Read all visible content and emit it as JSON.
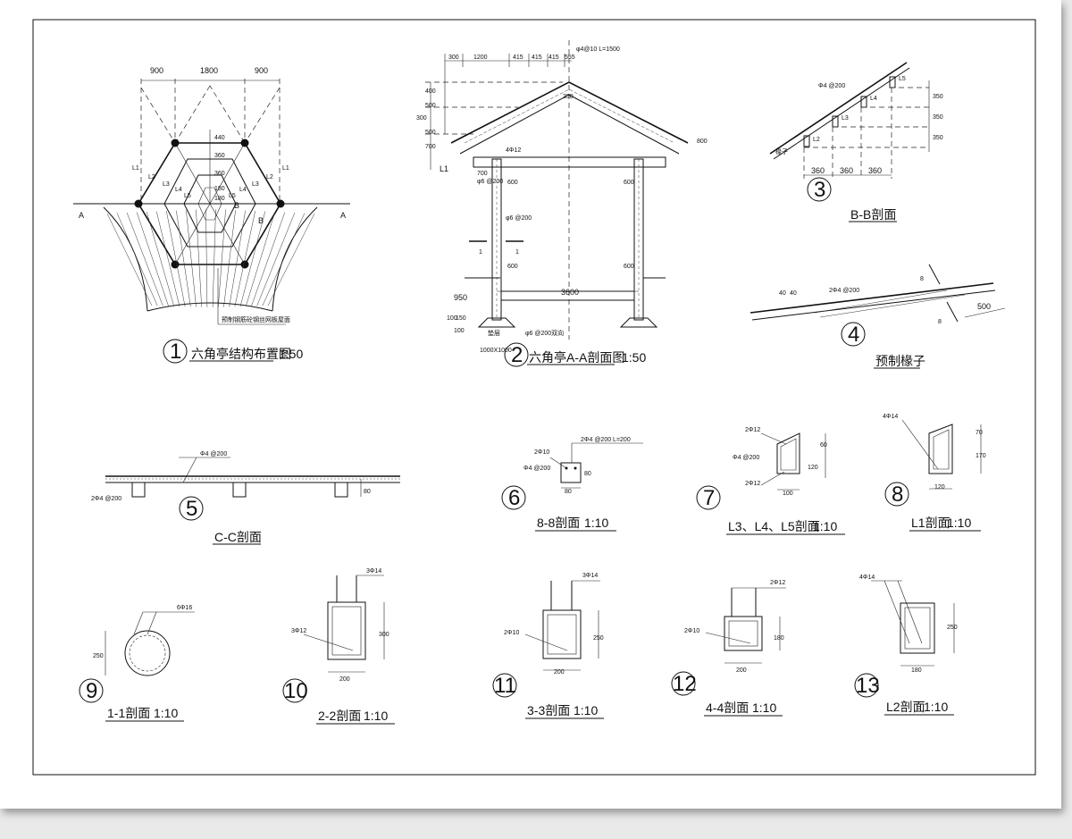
{
  "drawings": {
    "d1": {
      "num": "1",
      "title": "六角亭结构布置图",
      "scale": "1:50",
      "note": "预制钢筋砼钢丝网板屋面",
      "dims": [
        "900",
        "1800",
        "900",
        "440",
        "360",
        "360",
        "180",
        "180"
      ],
      "labels": [
        "A",
        "A",
        "B",
        "B",
        "L1",
        "L1",
        "L2",
        "L2",
        "L3",
        "L3",
        "L4",
        "L4",
        "L5",
        "L5"
      ]
    },
    "d2": {
      "num": "2",
      "title": "六角亭A-A剖面图",
      "scale": "1:50",
      "top_dims": [
        "300",
        "1200",
        "415",
        "415",
        "415",
        "555"
      ],
      "left_dims": [
        "400",
        "500",
        "300",
        "500",
        "700"
      ],
      "labels": [
        "φ4@10 L=1500",
        "1000X1000",
        "3600",
        "950",
        "600",
        "600",
        "600",
        "600",
        "100",
        "150",
        "100",
        "L1",
        "700",
        "1",
        "1",
        "φ6 @200",
        "φ6 @200",
        "φ6 @200双向",
        "垫层",
        "4Φ12",
        "800",
        "350"
      ]
    },
    "d3": {
      "num": "3",
      "title": "B-B剖面",
      "dims": [
        "350",
        "350",
        "350",
        "360",
        "360",
        "360"
      ],
      "labels": [
        "Φ4 @200",
        "L5",
        "L4",
        "L3",
        "L2",
        "椽子"
      ]
    },
    "d4": {
      "num": "4",
      "title": "预制椽子",
      "labels": [
        "2Φ4 @200",
        "40",
        "40",
        "8",
        "8",
        "500"
      ]
    },
    "d5": {
      "num": "5",
      "title": "C-C剖面",
      "labels": [
        "Φ4 @200",
        "2Φ4 @200",
        "80"
      ]
    },
    "d6": {
      "num": "6",
      "title": "8-8剖面",
      "scale": "1:10",
      "labels": [
        "2Φ4 @200 L=200",
        "2Φ10",
        "Φ4 @200",
        "80",
        "80"
      ]
    },
    "d7": {
      "num": "7",
      "title": "L3、L4、L5剖面",
      "scale": "1:10",
      "labels": [
        "2Φ12",
        "Φ4 @200",
        "2Φ12",
        "120",
        "60",
        "100"
      ]
    },
    "d8": {
      "num": "8",
      "title": "L1剖面",
      "scale": "1:10",
      "labels": [
        "4Φ14",
        "70",
        "170",
        "120"
      ]
    },
    "d9": {
      "num": "9",
      "title": "1-1剖面",
      "scale": "1:10",
      "labels": [
        "6Φ16",
        "250"
      ]
    },
    "d10": {
      "num": "10",
      "title": "2-2剖面",
      "scale": "1:10",
      "labels": [
        "3Φ14",
        "3Φ12",
        "300",
        "200"
      ]
    },
    "d11": {
      "num": "11",
      "title": "3-3剖面",
      "scale": "1:10",
      "labels": [
        "3Φ14",
        "2Φ10",
        "250",
        "200"
      ]
    },
    "d12": {
      "num": "12",
      "title": "4-4剖面",
      "scale": "1:10",
      "labels": [
        "2Φ12",
        "2Φ10",
        "180",
        "200"
      ]
    },
    "d13": {
      "num": "13",
      "title": "L2剖面",
      "scale": "1:10",
      "labels": [
        "4Φ14",
        "250",
        "180"
      ]
    }
  }
}
